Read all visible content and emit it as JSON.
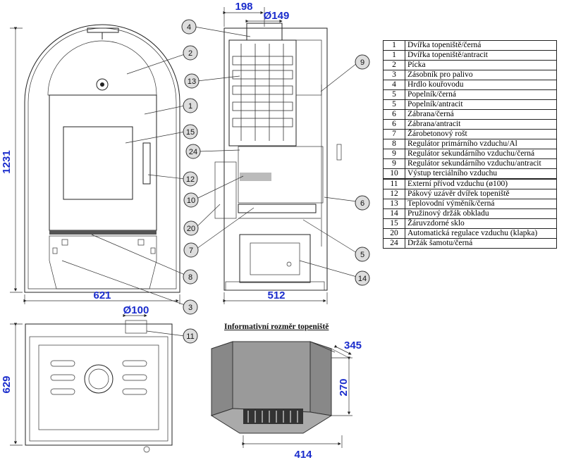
{
  "dimensions": {
    "total_height": "1231",
    "front_width": "621",
    "side_width": "512",
    "flue_offset": "198",
    "flue_diameter": "Ø149",
    "top_depth": "629",
    "air_inlet_diameter": "Ø100",
    "firebox_depth": "345",
    "firebox_height": "270",
    "firebox_width": "414"
  },
  "info_title": "Informativní rozměr topeniště",
  "callouts": {
    "c2": "2",
    "c1": "1",
    "c15": "15",
    "c12": "12",
    "c8": "8",
    "c3": "3",
    "c4": "4",
    "c13": "13",
    "c24": "24",
    "c10": "10",
    "c20": "20",
    "c7": "7",
    "c9": "9",
    "c6": "6",
    "c5": "5",
    "c14": "14",
    "c11": "11"
  },
  "legend": [
    {
      "num": "1",
      "text": "Dvířka topeniště/černá"
    },
    {
      "num": "1",
      "text": "Dvířka topeniště/antracit"
    },
    {
      "num": "2",
      "text": "Pícka"
    },
    {
      "num": "3",
      "text": "Zásobník pro palivo"
    },
    {
      "num": "4",
      "text": "Hrdlo kouřovodu"
    },
    {
      "num": "5",
      "text": "Popelník/černá"
    },
    {
      "num": "5",
      "text": "Popelník/antracit"
    },
    {
      "num": "6",
      "text": "Zábrana/černá"
    },
    {
      "num": "6",
      "text": "Zábrana/antracit"
    },
    {
      "num": "7",
      "text": "Žárobetonový rošt"
    },
    {
      "num": "8",
      "text": "Regulátor primárního vzduchu/Al"
    },
    {
      "num": "9",
      "text": "Regulátor sekundárního vzduchu/černá"
    },
    {
      "num": "9",
      "text": "Regulátor sekundárního vzduchu/antracit"
    },
    {
      "num": "10",
      "text": "Výstup terciálního vzduchu"
    },
    {
      "num": "11",
      "text": "Externí přívod vzduchu (ø100)"
    },
    {
      "num": "12",
      "text": "Pákový uzávěr dvířek topeniště"
    },
    {
      "num": "13",
      "text": "Teplovodní výměník/černá"
    },
    {
      "num": "14",
      "text": "Pružinový držák obkladu"
    },
    {
      "num": "15",
      "text": "Žáruvzdorné sklo"
    },
    {
      "num": "20",
      "text": "Automatická regulace vzduchu (klapka)"
    },
    {
      "num": "24",
      "text": "Držák šamotu/černá"
    }
  ]
}
